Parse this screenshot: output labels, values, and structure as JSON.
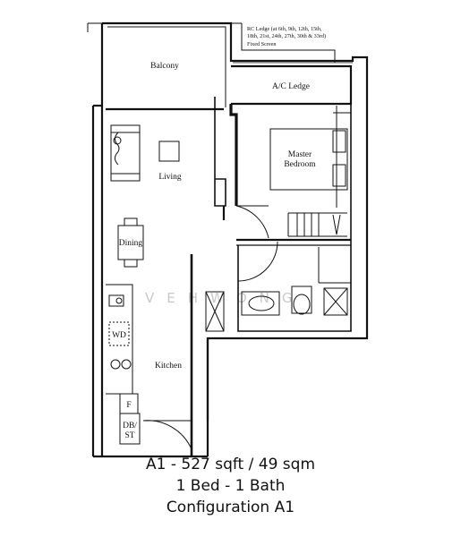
{
  "rooms": {
    "balcony": "Balcony",
    "ac_ledge": "A/C Ledge",
    "living": "Living",
    "master_bedroom_line1": "Master",
    "master_bedroom_line2": "Bedroom",
    "dining": "Dining",
    "kitchen": "Kitchen",
    "wd": "WD",
    "fridge": "F",
    "dbst_line1": "DB/",
    "dbst_line2": "ST"
  },
  "notes": {
    "rc_ledge_line1": "RC Ledge (at 6th, 9th, 12th, 15th,",
    "rc_ledge_line2": "18th, 21st, 24th, 27th, 30th & 33rd)",
    "fixed_screen": "Fixed Screen"
  },
  "watermark": "VEHWONG",
  "caption": {
    "line1": "A1 - 527 sqft / 49 sqm",
    "line2": "1 Bed - 1 Bath",
    "line3": "Configuration A1"
  }
}
